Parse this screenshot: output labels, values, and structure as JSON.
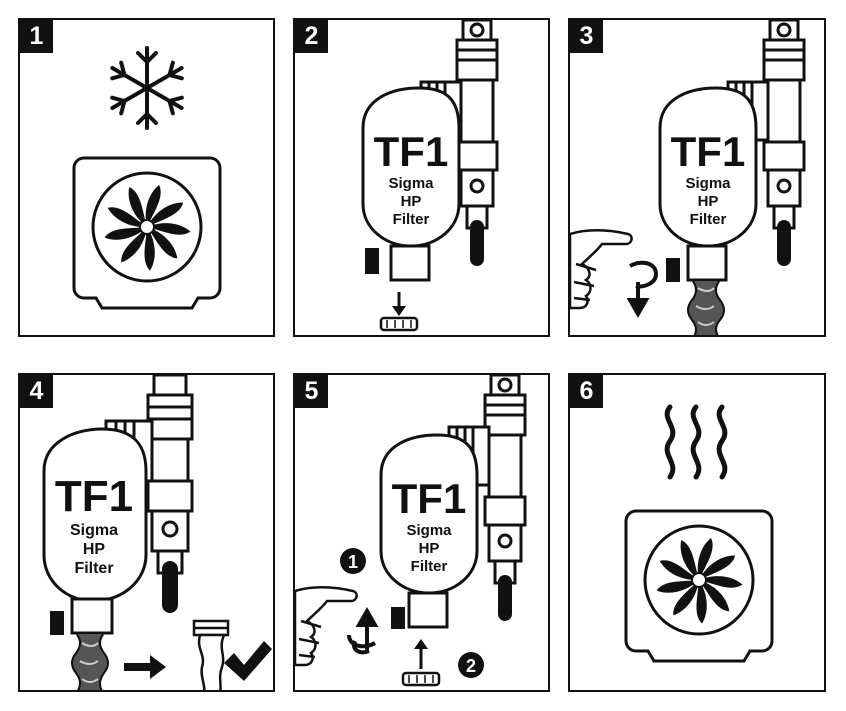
{
  "product": {
    "name": "TF1",
    "line1": "Sigma",
    "line2": "HP",
    "line3": "Filter"
  },
  "panels": [
    {
      "number": "1"
    },
    {
      "number": "2"
    },
    {
      "number": "3"
    },
    {
      "number": "4"
    },
    {
      "number": "5"
    },
    {
      "number": "6"
    }
  ],
  "callouts": {
    "first": "1",
    "second": "2"
  },
  "icons": {
    "cold": "snowflake-icon",
    "unit": "heat-pump-unit-icon",
    "heat": "heat-waves-icon",
    "down": "arrow-down-icon",
    "rotate": "rotate-arrow-icon",
    "right": "arrow-right-icon",
    "ok": "checkmark-icon"
  },
  "colors": {
    "ink": "#111111",
    "paper": "#ffffff"
  }
}
